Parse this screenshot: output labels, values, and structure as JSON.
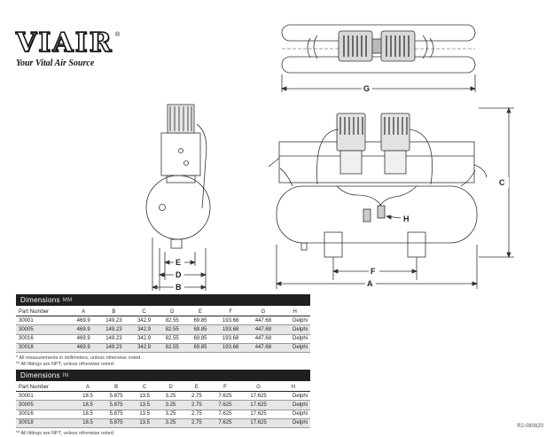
{
  "logo": {
    "brand": "VIAIR",
    "tagline": "Your Vital Air Source"
  },
  "drawing_labels": {
    "G": "G",
    "C": "C",
    "H": "H",
    "E": "E",
    "D": "D",
    "B": "B",
    "F": "F",
    "A": "A"
  },
  "mm": {
    "title": "Dimensions",
    "unit": "MM",
    "headers": [
      "Part Number",
      "A",
      "B",
      "C",
      "D",
      "E",
      "F",
      "G",
      "H"
    ],
    "rows": [
      [
        "30001",
        "469.9",
        "149.23",
        "342.9",
        "82.55",
        "69.85",
        "193.68",
        "447.68",
        "Delphi"
      ],
      [
        "30005",
        "469.9",
        "149.23",
        "342.9",
        "82.55",
        "69.85",
        "193.68",
        "447.68",
        "Delphi"
      ],
      [
        "30016",
        "469.9",
        "149.23",
        "342.9",
        "82.55",
        "69.85",
        "193.68",
        "447.68",
        "Delphi"
      ],
      [
        "30018",
        "469.9",
        "149.23",
        "342.9",
        "82.55",
        "69.85",
        "193.68",
        "447.68",
        "Delphi"
      ]
    ],
    "notes": [
      "* All measurements in millimeters, unless otherwise noted.",
      "** All fittings are NPT, unless otherwise noted."
    ]
  },
  "in": {
    "title": "Dimensions",
    "unit": "IN",
    "headers": [
      "Part Number",
      "A",
      "B",
      "C",
      "D",
      "E",
      "F",
      "G",
      "H"
    ],
    "rows": [
      [
        "30001",
        "18.5",
        "5.875",
        "13.5",
        "3.25",
        "2.75",
        "7.625",
        "17.625",
        "Delphi"
      ],
      [
        "30005",
        "18.5",
        "5.875",
        "13.5",
        "3.25",
        "2.75",
        "7.625",
        "17.625",
        "Delphi"
      ],
      [
        "30016",
        "18.5",
        "5.875",
        "13.5",
        "3.25",
        "2.75",
        "7.625",
        "17.625",
        "Delphi"
      ],
      [
        "30018",
        "18.5",
        "5.875",
        "13.5",
        "3.25",
        "2.75",
        "7.625",
        "17.625",
        "Delphi"
      ]
    ],
    "notes": [
      "** All fittings are NPT, unless otherwise noted."
    ]
  },
  "ref": "R2-080820"
}
